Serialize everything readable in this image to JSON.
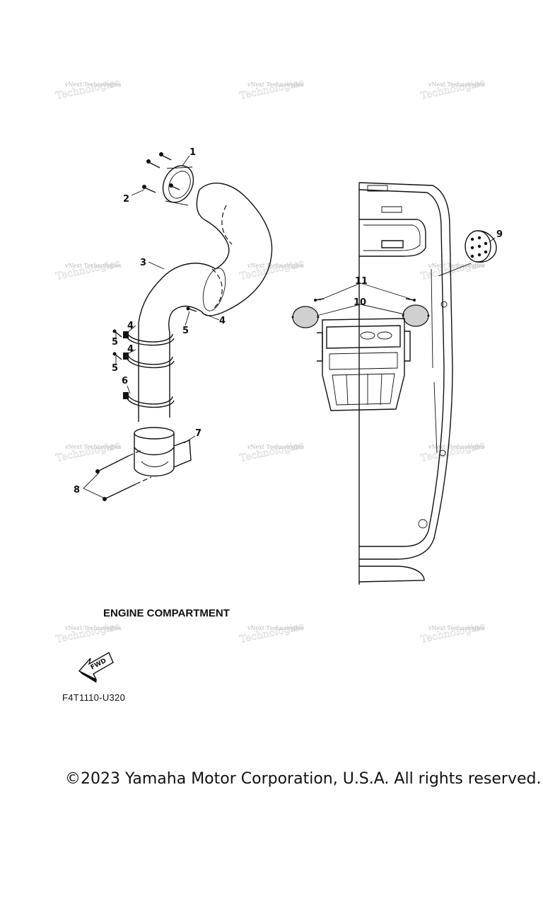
{
  "diagram": {
    "title": "ENGINE COMPARTMENT",
    "part_code": "F4T1110-U320",
    "fwd_label": "FWD",
    "copyright": "©2023 Yamaha Motor Corporation, U.S.A. All rights reserved.",
    "watermark": "vNext Technologies",
    "callouts": {
      "c1": "1",
      "c2": "2",
      "c3": "3",
      "c4a": "4",
      "c4b": "4",
      "c4c": "4",
      "c5a": "5",
      "c5b": "5",
      "c5c": "5",
      "c6": "6",
      "c7": "7",
      "c8": "8",
      "c9": "9",
      "c10": "10",
      "c11": "11"
    }
  }
}
